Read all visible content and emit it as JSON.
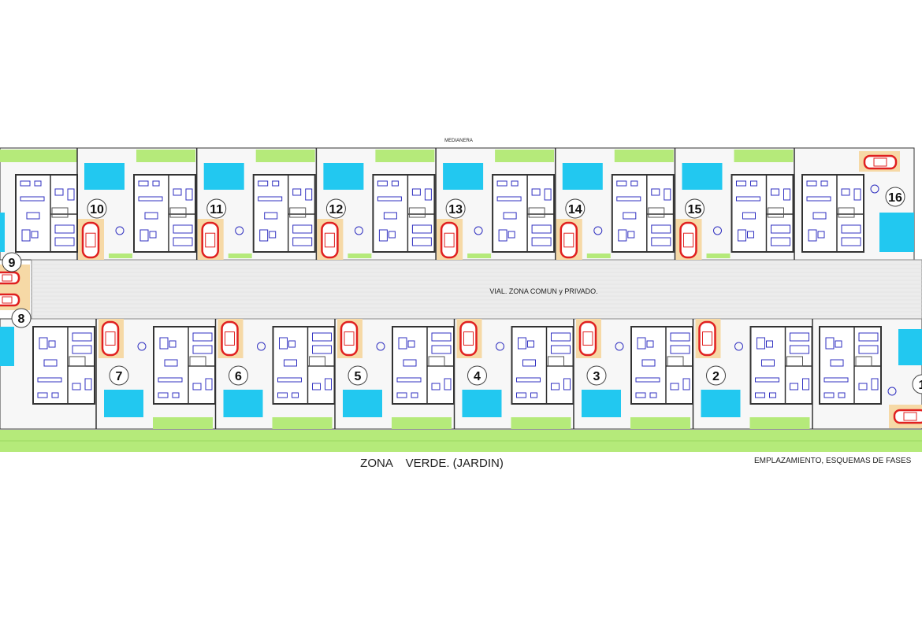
{
  "plan": {
    "top_label": "MEDIANERA",
    "road_label": "VIAL. ZONA COMUN y PRIVADO.",
    "garden_label": "ZONA    VERDE. (JARDIN)",
    "caption": "EMPLAZAMIENTO, ESQUEMAS DE FASES",
    "top_lots": [
      "10",
      "11",
      "12",
      "13",
      "14",
      "15"
    ],
    "top_end_lot": "16",
    "bottom_lots": [
      "7",
      "6",
      "5",
      "4",
      "3",
      "2"
    ],
    "bottom_end_lot": "1",
    "side_lots": [
      "9",
      "8"
    ],
    "colors": {
      "pool": "#22c8f0",
      "lawn": "#b5ea7a",
      "car": "#e02020",
      "parking": "#f6d9a6",
      "furniture": "#3030c0",
      "wall": "#333333",
      "paving": "#ececec"
    }
  }
}
